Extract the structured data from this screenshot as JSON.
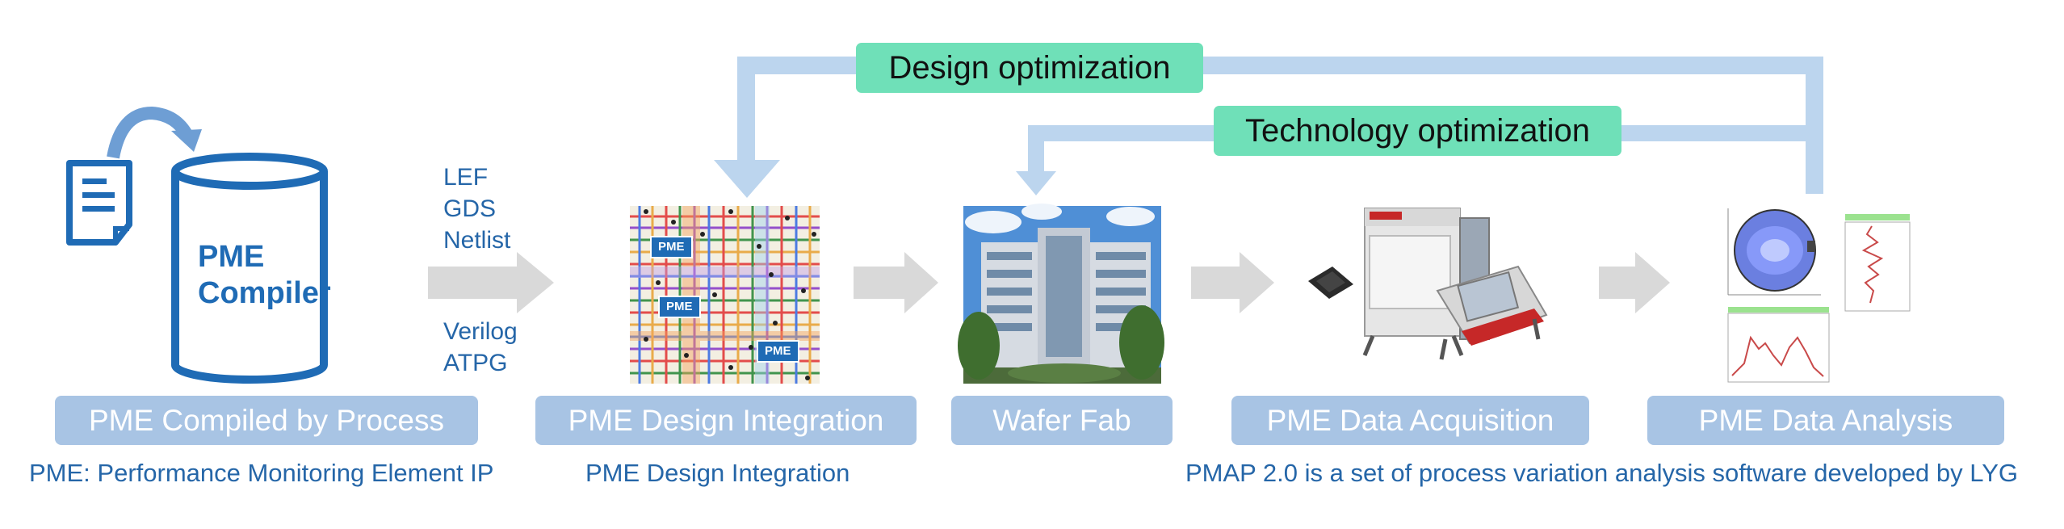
{
  "feedback": {
    "design_optimization": "Design optimization",
    "technology_optimization": "Technology optimization"
  },
  "compiler": {
    "line1": "PME",
    "line2": "Compiler"
  },
  "outputs_top": [
    "LEF",
    "GDS",
    "Netlist"
  ],
  "outputs_bottom": [
    "Verilog",
    "ATPG"
  ],
  "chip_tags": [
    "PME",
    "PME",
    "PME"
  ],
  "stages": [
    {
      "label": "PME Compiled by Process"
    },
    {
      "label": "PME Design Integration"
    },
    {
      "label": "Wafer Fab"
    },
    {
      "label": "PME Data Acquisition"
    },
    {
      "label": "PME Data Analysis"
    }
  ],
  "captions": [
    "PME: Performance Monitoring Element IP",
    "PME Design Integration",
    "PMAP 2.0 is a set of process variation analysis software developed by LYG"
  ],
  "colors": {
    "feedback_arrow": "#bcd5ee",
    "optimization_label": "#6fe0b8",
    "stage_label": "#a8c4e4",
    "flow_arrow": "#d9d9d9",
    "text_blue": "#2566a8",
    "icon_blue": "#1f6bb5"
  }
}
